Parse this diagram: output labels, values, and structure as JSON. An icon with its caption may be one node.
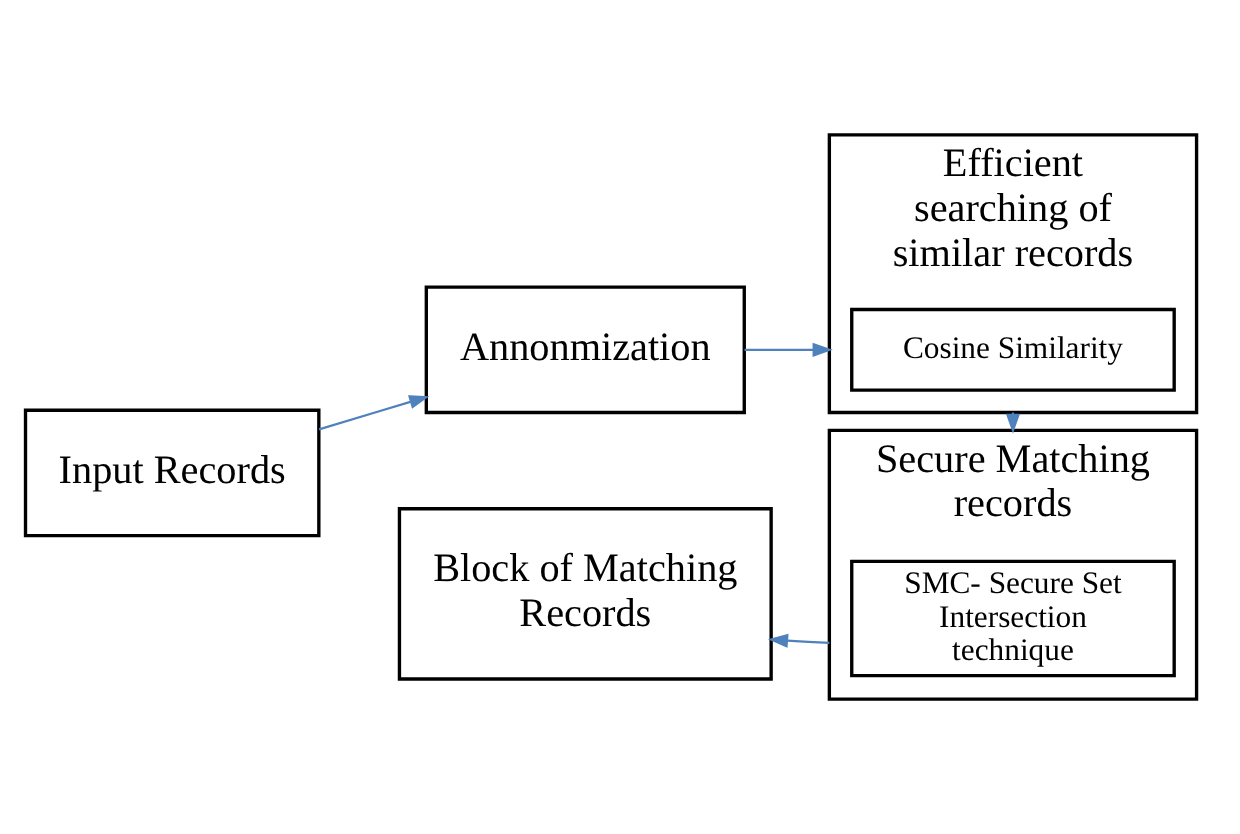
{
  "diagram": {
    "nodes": [
      {
        "text": [
          "Input Records"
        ]
      },
      {
        "text": [
          "Annonmization"
        ]
      },
      {
        "text": [
          "Efficient searching of similar records"
        ]
      },
      {
        "text": [
          "Cosine Similarity"
        ],
        "in": 2
      },
      {
        "text": [
          "Secure Matching records"
        ]
      },
      {
        "text": [
          "SMC- Secure Set Intersection technique"
        ],
        "in": 4
      },
      {
        "text": [
          "Block of Matching Records"
        ]
      }
    ],
    "edges": [
      {
        "from": 0,
        "to": 1,
        "arrow": "to"
      },
      {
        "from": 1,
        "to": 2,
        "arrow": "to"
      },
      {
        "from": 2,
        "to": 4,
        "arrow": "to"
      },
      {
        "from": 4,
        "to": 6,
        "arrow": "to"
      }
    ]
  }
}
